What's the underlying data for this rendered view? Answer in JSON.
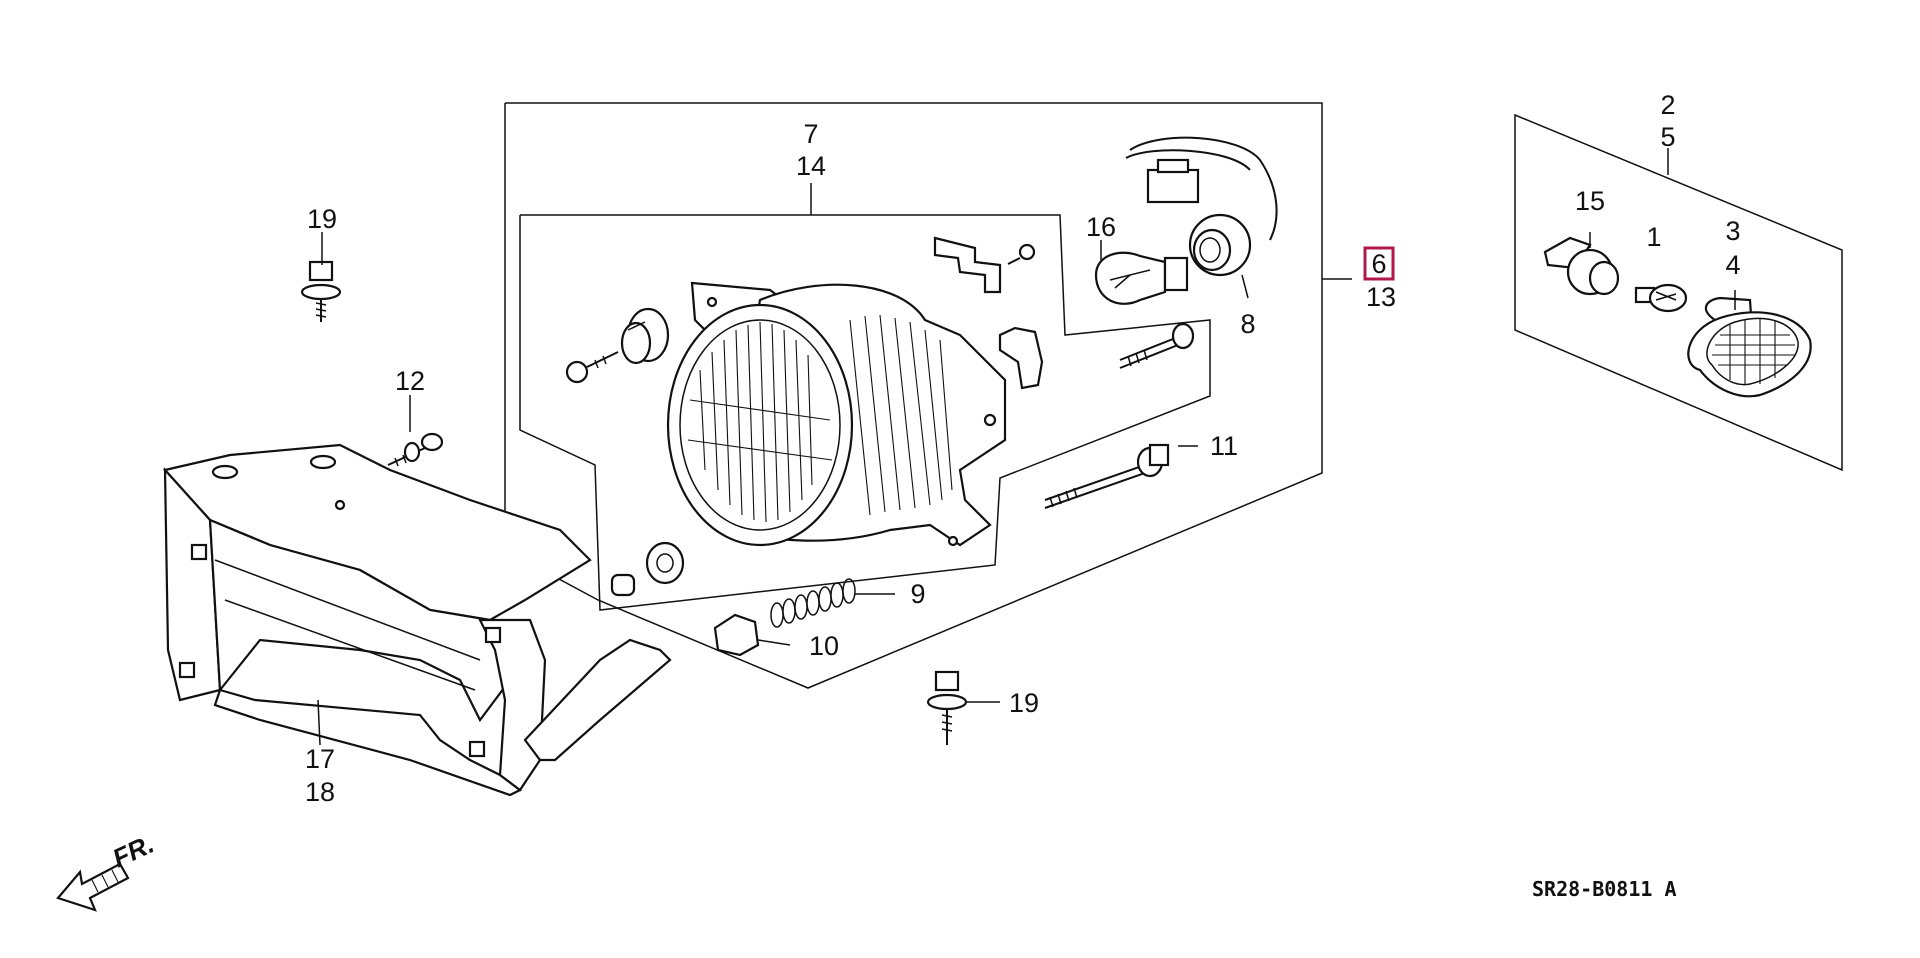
{
  "diagram": {
    "drawing_code": "SR28-B0811 A",
    "front_marker": "FR.",
    "highlight_color": "#b01a48",
    "callouts": {
      "c1": "1",
      "c2": "2",
      "c3": "3",
      "c4": "4",
      "c5": "5",
      "c6": "6",
      "c7": "7",
      "c8": "8",
      "c9": "9",
      "c10": "10",
      "c11": "11",
      "c12": "12",
      "c13": "13",
      "c14": "14",
      "c15": "15",
      "c16": "16",
      "c17": "17",
      "c18": "18",
      "c19a": "19",
      "c19b": "19"
    }
  }
}
